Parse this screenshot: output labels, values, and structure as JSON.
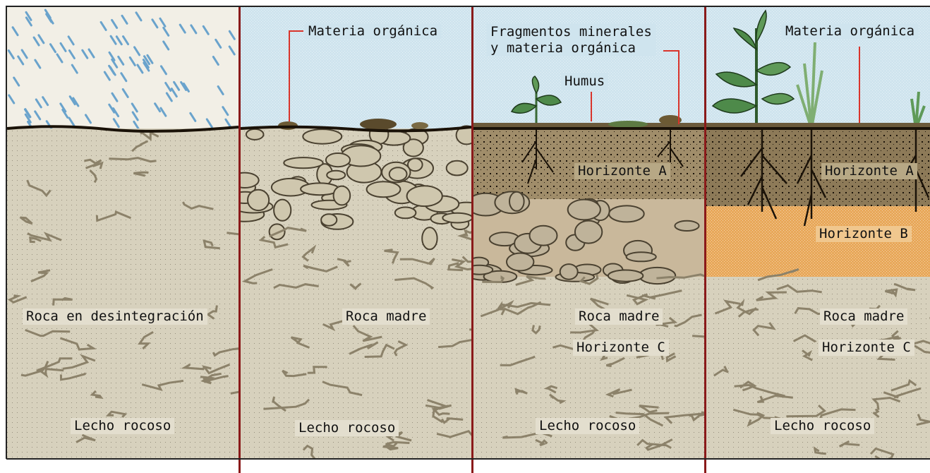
{
  "colors": {
    "sky": "#cfe4ee",
    "rain": "#6aa3cc",
    "rock": "#d7d1bd",
    "rock_crack": "#8c826a",
    "soil_dark": "#5b4a33",
    "horizon_b": "#e8a85a",
    "divider": "#8a1a1a",
    "leader": "#d9342b",
    "plant": "#4e8a4a"
  },
  "panel1": {
    "label_rock": "Roca en desintegración",
    "label_bed": "Lecho rocoso"
  },
  "panel2": {
    "label_organic": "Materia orgánica",
    "label_rock": "Roca madre",
    "label_bed": "Lecho rocoso"
  },
  "panel3": {
    "label_fragments_1": "Fragmentos minerales",
    "label_fragments_2": "y materia orgánica",
    "label_humus": "Humus",
    "label_a": "Horizonte A",
    "label_rock": "Roca madre",
    "label_c": "Horizonte C",
    "label_bed": "Lecho rocoso"
  },
  "panel4": {
    "label_organic": "Materia orgánica",
    "label_a": "Horizonte A",
    "label_b": "Horizonte B",
    "label_rock": "Roca madre",
    "label_c": "Horizonte C",
    "label_bed": "Lecho rocoso"
  }
}
